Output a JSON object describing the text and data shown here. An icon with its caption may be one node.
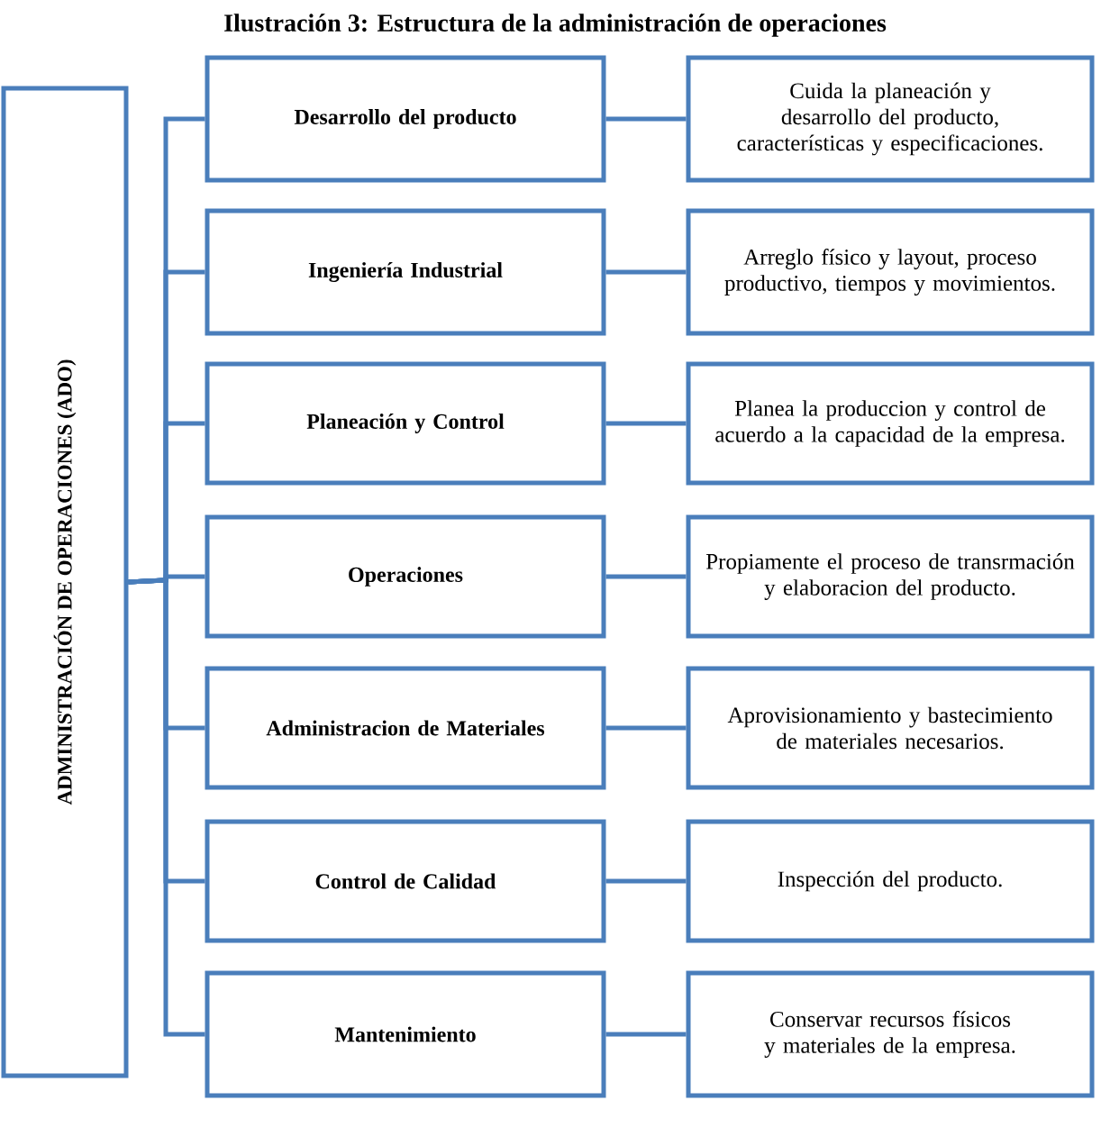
{
  "diagram": {
    "title": "Ilustración 3: Estructura de la administración de operaciones",
    "nodes": [
      {
        "text": [
          "ADMINISTRACIÓN DE OPERACIONES (ADO)"
        ]
      },
      {
        "text": [
          "Desarrollo del producto"
        ]
      },
      {
        "text": [
          "Cuida la planeación y desarrollo del producto, características y especificaciones."
        ]
      },
      {
        "text": [
          "Ingeniería Industrial"
        ]
      },
      {
        "text": [
          "Arreglo físico y layout, proceso productivo, tiempos y movimientos."
        ]
      },
      {
        "text": [
          "Planeación y Control"
        ]
      },
      {
        "text": [
          "Planea la produccion y control de acuerdo a la capacidad de la empresa."
        ]
      },
      {
        "text": [
          "Operaciones"
        ]
      },
      {
        "text": [
          "Propiamente el proceso de transrmación y elaboracion del producto."
        ]
      },
      {
        "text": [
          "Administracion de Materiales"
        ]
      },
      {
        "text": [
          "Aprovisionamiento y bastecimiento de materiales necesarios."
        ]
      },
      {
        "text": [
          "Control de Calidad"
        ]
      },
      {
        "text": [
          "Inspección del producto."
        ]
      },
      {
        "text": [
          "Mantenimiento"
        ]
      },
      {
        "text": [
          "Conservar recursos físicos y materiales de la empresa."
        ]
      }
    ],
    "edges": [
      {
        "from": 0,
        "to": 1,
        "arrow": "none"
      },
      {
        "from": 0,
        "to": 3,
        "arrow": "none"
      },
      {
        "from": 0,
        "to": 5,
        "arrow": "none"
      },
      {
        "from": 0,
        "to": 7,
        "arrow": "none"
      },
      {
        "from": 0,
        "to": 9,
        "arrow": "none"
      },
      {
        "from": 0,
        "to": 11,
        "arrow": "none"
      },
      {
        "from": 0,
        "to": 13,
        "arrow": "none"
      },
      {
        "from": 1,
        "to": 2,
        "arrow": "none"
      },
      {
        "from": 3,
        "to": 4,
        "arrow": "none"
      },
      {
        "from": 5,
        "to": 6,
        "arrow": "none"
      },
      {
        "from": 7,
        "to": 8,
        "arrow": "none"
      },
      {
        "from": 9,
        "to": 10,
        "arrow": "none"
      },
      {
        "from": 11,
        "to": 12,
        "arrow": "none"
      },
      {
        "from": 13,
        "to": 14,
        "arrow": "none"
      }
    ]
  }
}
